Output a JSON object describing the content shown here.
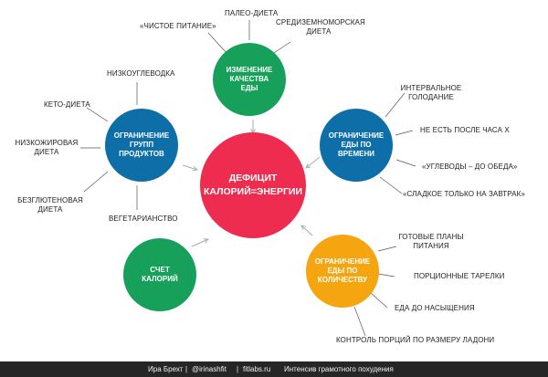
{
  "colors": {
    "red": "#ED2C4F",
    "green": "#16A05A",
    "blue": "#0E6EA8",
    "orange": "#F5A50F",
    "arrow": "#aaaaaa",
    "footer_bg": "#262626"
  },
  "center": {
    "lines": [
      "ДЕФИЦИТ",
      "КАЛОРИЙ=ЭНЕРГИИ"
    ]
  },
  "nodes": {
    "quality": {
      "lines": [
        "ИЗМЕНЕНИЕ",
        "КАЧЕСТВА",
        "ЕДЫ"
      ]
    },
    "groups": {
      "lines": [
        "ОГРАНИЧЕНИЕ",
        "ГРУПП",
        "ПРОДУКТОВ"
      ]
    },
    "time": {
      "lines": [
        "ОГРАНИЧЕНИЕ",
        "ЕДЫ ПО",
        "ВРЕМЕНИ"
      ]
    },
    "count": {
      "lines": [
        "СЧЕТ",
        "КАЛОРИЙ"
      ]
    },
    "amount": {
      "lines": [
        "ОГРАНИЧЕНИЕ",
        "ЕДЫ ПО",
        "КОЛИЧЕСТВУ"
      ]
    }
  },
  "labels": {
    "clean_eating": "«ЧИСТОЕ ПИТАНИЕ»",
    "paleo": "ПАЛЕО-ДИЕТА",
    "mediterranean": [
      "СРЕДИЗЕМНОМОРСКАЯ",
      "ДИЕТА"
    ],
    "low_carb": "НИЗКОУГЛЕВОДКА",
    "keto": "КЕТО-ДИЕТА",
    "low_fat": [
      "НИЗКОЖИРОВАЯ",
      "ДИЕТА"
    ],
    "gluten_free": [
      "БЕЗГЛЮТЕНОВАЯ",
      "ДИЕТА"
    ],
    "vegetarian": "ВЕГЕТАРИАНСТВО",
    "intermittent": [
      "ИНТЕРВАЛЬНОЕ",
      "ГОЛОДАНИЕ"
    ],
    "no_eat_after": "НЕ ЕСТЬ ПОСЛЕ ЧАСА Х",
    "carbs_before_lunch": "«УГЛЕВОДЫ – ДО ОБЕДА»",
    "sweets_breakfast": "«СЛАДКОЕ ТОЛЬКО НА ЗАВТРАК»",
    "meal_plans": [
      "ГОТОВЫЕ ПЛАНЫ",
      "ПИТАНИЯ"
    ],
    "portion_plates": "ПОРЦИОННЫЕ ТАРЕЛКИ",
    "eat_until_full": "ЕДА ДО НАСЫЩЕНИЯ",
    "palm_portions": "КОНТРОЛЬ ПОРЦИЙ ПО РАЗМЕРУ ЛАДОНИ"
  },
  "footer": {
    "author": "Ира Брехт",
    "handle": "@irinashfit",
    "site": "fitlabs.ru",
    "course": "Интенсив грамотного похудения",
    "sep": "|"
  }
}
